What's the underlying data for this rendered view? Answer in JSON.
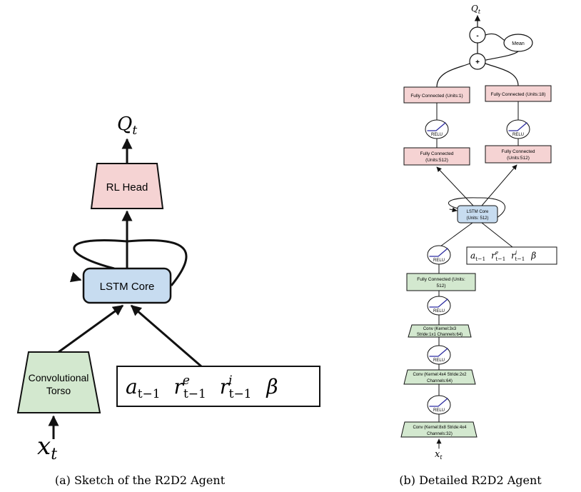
{
  "panel_a": {
    "caption": "(a) Sketch of the R2D2 Agent",
    "output_label": "Q",
    "output_sub": "t",
    "rl_head": "RL Head",
    "lstm": "LSTM Core",
    "torso_line1": "Convolutional",
    "torso_line2": "Torso",
    "input_label": "x",
    "input_sub": "t",
    "extra_inputs": {
      "a": "a",
      "a_sub": "t−1",
      "r": "r",
      "re_sup": "e",
      "re_sub": "t−1",
      "ri_sup": "i",
      "ri_sub": "t−1",
      "beta": "β"
    }
  },
  "panel_b": {
    "caption": "(b) Detailed R2D2 Agent",
    "output_label": "Q",
    "output_sub": "t",
    "minus": "-",
    "plus": "+",
    "mean": "Mean",
    "fc_units1": "Fully Connected (Units:1)",
    "fc_units18": "Fully Connected (Units:18)",
    "relu": "RELU",
    "fc512_line1": "Fully Connected",
    "fc512_line2": "(Units:512)",
    "lstm_line1": "LSTM Core",
    "lstm_line2": "(Units: 512)",
    "torso_fc_line1": "Fully Connected (Units:",
    "torso_fc_line2": "512)",
    "conv3_line1": "Conv (Kernel:3x3",
    "conv3_line2": "Stride:1x1 Channels:64)",
    "conv2_line1": "Conv (Kernel:4x4 Stride:2x2",
    "conv2_line2": "Channels:64)",
    "conv1_line1": "Conv (Kernel:8x8 Stride:4x4",
    "conv1_line2": "Channels:32)",
    "input_label": "x",
    "input_sub": "t"
  },
  "colors": {
    "head_pink": "#f5d3d3",
    "lstm_blue": "#c7dcf0",
    "torso_green": "#d3e8cf",
    "relu_curve": "#2a2aa0",
    "stroke": "#111111"
  }
}
